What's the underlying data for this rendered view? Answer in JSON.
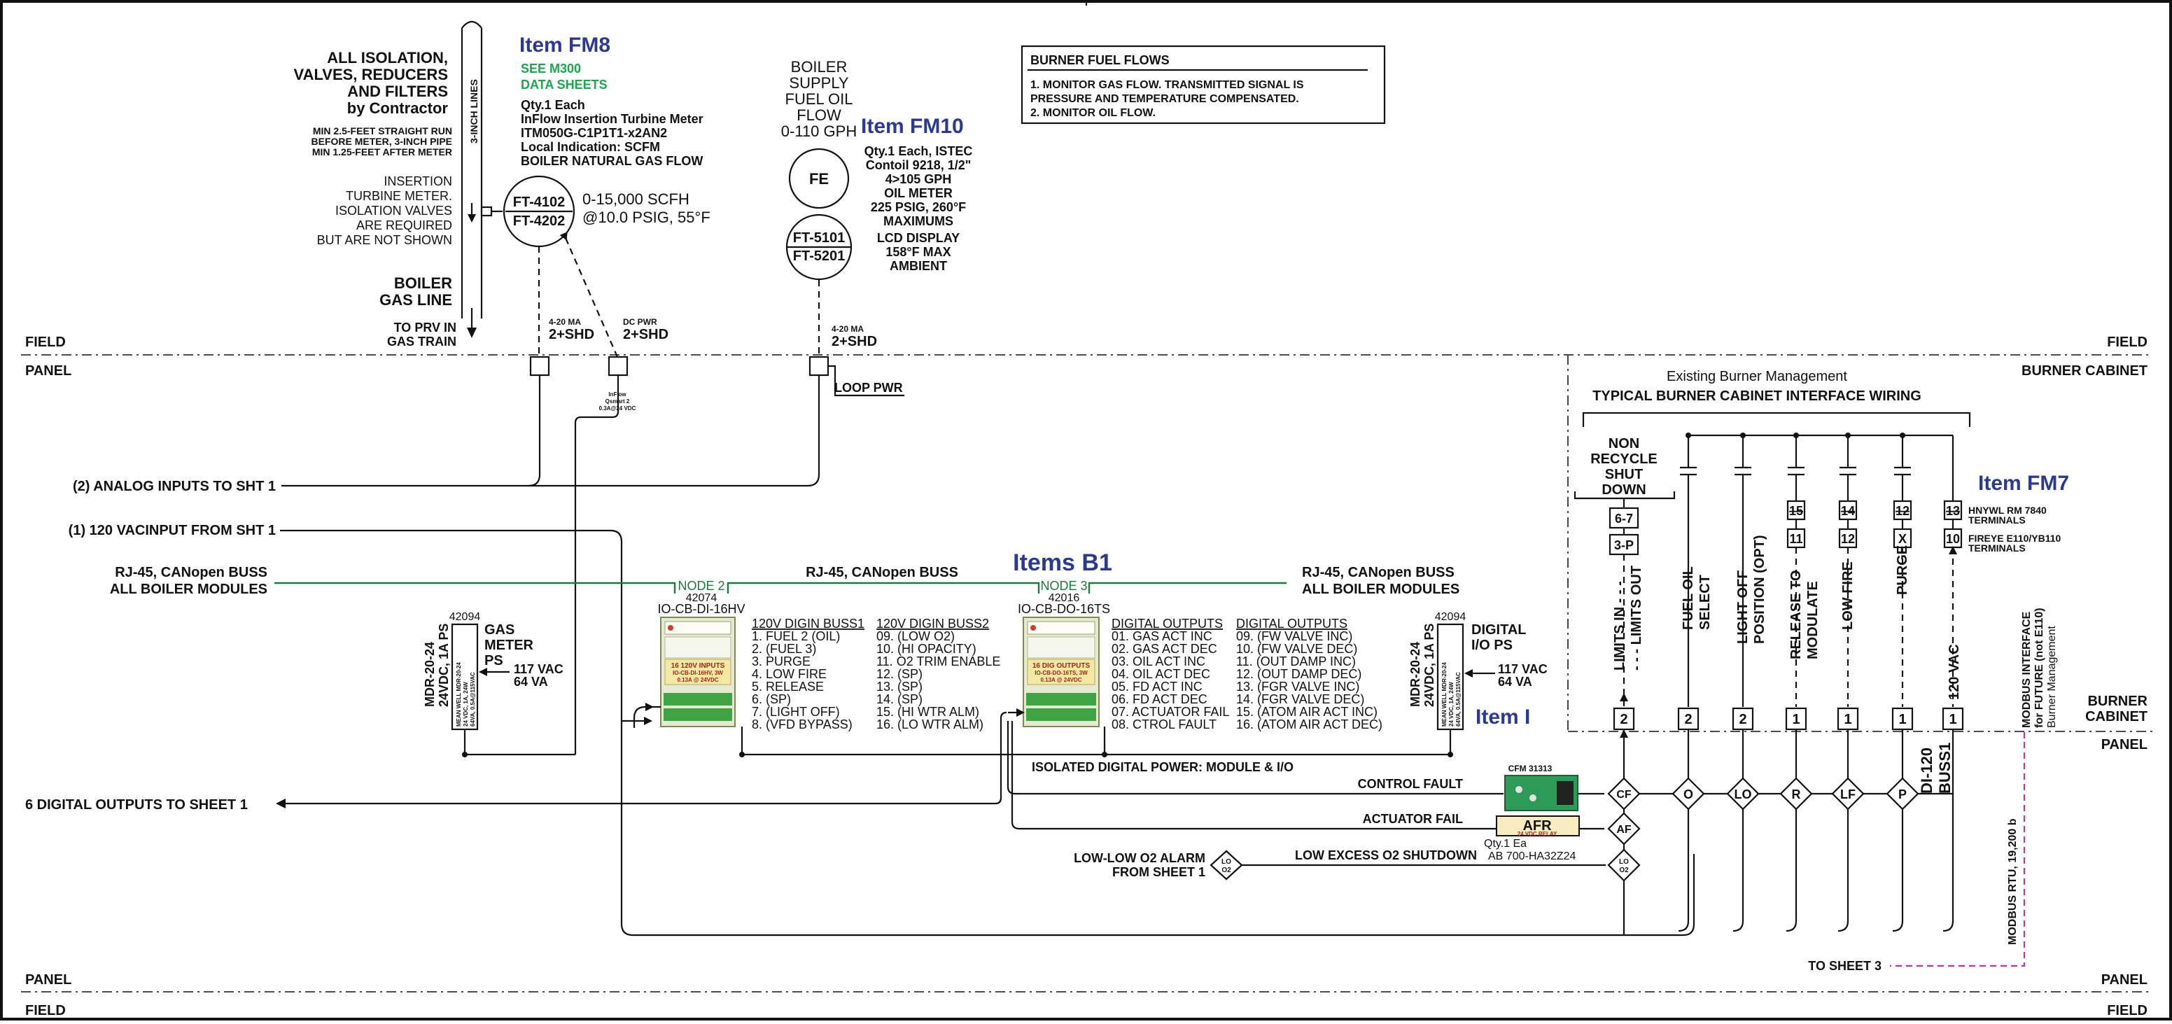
{
  "zones": {
    "field": "FIELD",
    "panel": "PANEL",
    "burner_cabinet": "BURNER CABINET",
    "burner": "BURNER",
    "cabinet": "CABINET"
  },
  "fm8": {
    "item": "Item FM8",
    "see1": "SEE M300",
    "see2": "DATA SHEETS",
    "desc": [
      "Qty.1 Each",
      "InFlow Insertion Turbine Meter",
      "ITM050G-C1P1T1-x2AN2",
      "Local Indication: SCFM",
      "BOILER NATURAL GAS FLOW"
    ],
    "isolation": [
      "ALL ISOLATION,",
      "VALVES, REDUCERS",
      "AND FILTERS",
      "by Contractor"
    ],
    "straight_run": [
      "MIN 2.5-FEET STRAIGHT RUN",
      "BEFORE METER, 3-INCH PIPE",
      "MIN 1.25-FEET AFTER METER"
    ],
    "pipe_label": "3-INCH LINES",
    "insertion_note": [
      "INSERTION",
      "TURBINE METER.",
      "ISOLATION VALVES",
      "ARE REQUIRED",
      "BUT ARE NOT SHOWN"
    ],
    "boiler_gas_line": [
      "BOILER",
      "GAS LINE"
    ],
    "to_prv": [
      "TO PRV IN",
      "GAS TRAIN"
    ],
    "tag1": "FT-4102",
    "tag2": "FT-4202",
    "range1": "0-15,000 SCFH",
    "range2": "@10.0 PSIG, 55°F",
    "sig1_a": "4-20 MA",
    "sig1_b": "2+SHD",
    "sig2_a": "DC PWR",
    "sig2_b": "2+SHD",
    "inflow_note": [
      "InFlow",
      "Qsmart 2",
      "0.3A@24 VDC"
    ]
  },
  "fm10": {
    "item": "Item FM10",
    "supply": [
      "BOILER",
      "SUPPLY",
      "FUEL OIL",
      "FLOW",
      "0-110 GPH"
    ],
    "desc": [
      "Qty.1 Each, ISTEC",
      "Contoil 9218, 1/2\"",
      "4>105 GPH",
      "OIL METER",
      "225 PSIG, 260°F",
      "MAXIMUMS"
    ],
    "lcd": [
      "LCD DISPLAY",
      "158°F MAX",
      "AMBIENT"
    ],
    "fe": "FE",
    "tag1": "FT-5101",
    "tag2": "FT-5201",
    "sig_a": "4-20 MA",
    "sig_b": "2+SHD",
    "loop_pwr": "LOOP PWR"
  },
  "notes": {
    "title": "BURNER FUEL FLOWS",
    "lines": [
      "1. MONITOR GAS FLOW.  TRANSMITTED SIGNAL IS",
      "PRESSURE AND TEMPERATURE COMPENSATED.",
      "2. MONITOR OIL FLOW."
    ]
  },
  "left_labels": {
    "analog": "(2) ANALOG INPUTS TO SHT 1",
    "vac": "(1) 120 VACINPUT FROM SHT 1",
    "rj45_a": "RJ-45, CANopen BUSS",
    "rj45_b": "ALL BOILER MODULES",
    "digital_out": "6 DIGITAL OUTPUTS TO SHEET 1"
  },
  "bus_mid": "RJ-45, CANopen BUSS",
  "bus_right": [
    "RJ-45, CANopen BUSS",
    "ALL BOILER MODULES"
  ],
  "items_b1": "Items B1",
  "item_i": "Item I",
  "gas_ps": {
    "number": "42094",
    "vert": [
      "MDR-20-24",
      "24VDC, 1A PS"
    ],
    "small": [
      "MEAN WELL MDR-20-24",
      "24 VDC, 1A, 24W",
      "64VA, 0.5A@115VAC"
    ],
    "name": [
      "GAS",
      "METER",
      "PS"
    ],
    "vac": [
      "117 VAC",
      "64 VA"
    ]
  },
  "dig_ps": {
    "number": "42094",
    "vert": [
      "MDR-20-24",
      "24VDC, 1A PS"
    ],
    "small": [
      "MEAN WELL MDR-20-24",
      "24 VDC, 1A, 24W",
      "64VA, 0.5A@115VAC"
    ],
    "name": [
      "DIGITAL",
      "I/O PS"
    ],
    "vac": [
      "117 VAC",
      "64 VA"
    ]
  },
  "node2": {
    "node": "NODE 2",
    "number": "42074",
    "model": "IO-CB-DI-16HV",
    "module_lines": [
      "16 120V INPUTS",
      "IO-CB-DI-16HV, 3W",
      "0.13A @ 24VDC"
    ],
    "col1_title": "120V DIGIN BUSS1",
    "col1": [
      "1. FUEL 2 (OIL)",
      "2. (FUEL 3)",
      "3. PURGE",
      "4. LOW FIRE",
      "5. RELEASE",
      "6. (SP)",
      "7. (LIGHT OFF)",
      "8. (VFD BYPASS)"
    ],
    "col2_title": "120V DIGIN BUSS2",
    "col2": [
      "09. (LOW O2)",
      "10. (HI OPACITY)",
      "11. O2 TRIM ENABLE",
      "12. (SP)",
      "13. (SP)",
      "14. (SP)",
      "15. (HI WTR ALM)",
      "16. (LO WTR ALM)"
    ]
  },
  "node3": {
    "node": "NODE 3",
    "number": "42016",
    "model": "IO-CB-DO-16TS",
    "module_lines": [
      "16 DIG OUTPUTS",
      "IO-CB-DO-16TS, 3W",
      "0.13A @ 24VDC"
    ],
    "col1_title": "DIGITAL OUTPUTS",
    "col1": [
      "01. GAS ACT INC",
      "02. GAS ACT DEC",
      "03. OIL ACT INC",
      "04. OIL ACT DEC",
      "05. FD ACT INC",
      "06. FD ACT DEC",
      "07. ACTUATOR FAIL",
      "08. CTROL FAULT"
    ],
    "col2_title": "DIGITAL OUTPUTS",
    "col2": [
      "09. (FW VALVE INC)",
      "10. (FW VALVE DEC)",
      "11. (OUT DAMP INC)",
      "12. (OUT DAMP DEC)",
      "13. (FGR VALVE INC)",
      "14. (FGR VALVE DEC)",
      "15. (ATOM AIR ACT INC)",
      "16. (ATOM AIR ACT DEC)"
    ]
  },
  "isolated_power": "ISOLATED DIGITAL POWER: MODULE & I/O",
  "control_fault": "CONTROL FAULT",
  "actuator_fail": "ACTUATOR FAIL",
  "cfm": "CFM 31313",
  "afr": {
    "label": "AFR",
    "sub": "24 VDC RELAY",
    "qty": "Qty.1 Ea",
    "part": "AB 700-HA32Z24"
  },
  "low_o2": {
    "alarm": [
      "LOW-LOW O2  ALARM",
      "FROM SHEET 1"
    ],
    "shutdown": "LOW EXCESS O2 SHUTDOWN",
    "diamond": [
      "LO",
      "O2"
    ]
  },
  "cabinet": {
    "title1": "Existing Burner Management",
    "title2": "TYPICAL BURNER CABINET INTERFACE WIRING",
    "nonrecycle": [
      "NON",
      "RECYCLE",
      "SHUT",
      "DOWN"
    ],
    "term_top": [
      "6-7",
      "3-P"
    ],
    "terms": [
      "15",
      "14",
      "12",
      "13"
    ],
    "terms_low": [
      "11",
      "12",
      "X",
      "10"
    ],
    "item_fm7": "Item FM7",
    "hnywl": [
      "HNYWL RM 7840",
      "TERMINALS"
    ],
    "fireye": [
      "FIREYE E110/YB110",
      "TERMINALS"
    ],
    "verticals": [
      "LIMITS IN - - -",
      "- - - LIMITS OUT",
      "FUEL OIL",
      "SELECT",
      "LIGHT OFF",
      "POSITION (OPT)",
      "RELEASE TO",
      "MODULATE",
      "LOW FIRE",
      "PURGE",
      "120 VAC"
    ],
    "wire_counts": [
      "2",
      "2",
      "2",
      "1",
      "1",
      "1",
      "1"
    ],
    "diamonds": [
      "CF",
      "AF",
      "O",
      "LO",
      "R",
      "LF",
      "P"
    ],
    "di120": [
      "DI-120",
      "BUSS1"
    ],
    "modbus": [
      "MODBUS INTERFACE",
      "for FUTURE (not E110)",
      "Burner Management"
    ],
    "modbus_rtu": "MODBUS RTU, 19,200 b",
    "to_sheet3": "TO SHEET 3"
  }
}
